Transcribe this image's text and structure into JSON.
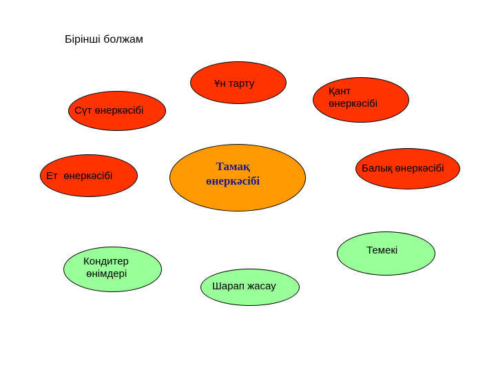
{
  "title": "Бірінші болжам",
  "center": {
    "label": "Тамақ\nөнеркәсібі",
    "color": "#ff9900"
  },
  "nodes": {
    "flour": {
      "label": "Ұн тарту",
      "color": "#ff3300"
    },
    "sugar": {
      "label": "Қант\nөнеркәсібі",
      "color": "#ff3300"
    },
    "dairy": {
      "label": "Сүт өнеркәсібі",
      "color": "#ff3300"
    },
    "meat": {
      "label": "Ет  өнеркәсібі",
      "color": "#ff3300"
    },
    "fish": {
      "label": "Балық өнеркәсібі",
      "color": "#ff3300"
    },
    "tobacco": {
      "label": "Темекі",
      "color": "#99ff99"
    },
    "confectionery": {
      "label": "Кондитер\n өнімдері",
      "color": "#99ff99"
    },
    "wine": {
      "label": "Шарап жасау",
      "color": "#99ff99"
    }
  }
}
